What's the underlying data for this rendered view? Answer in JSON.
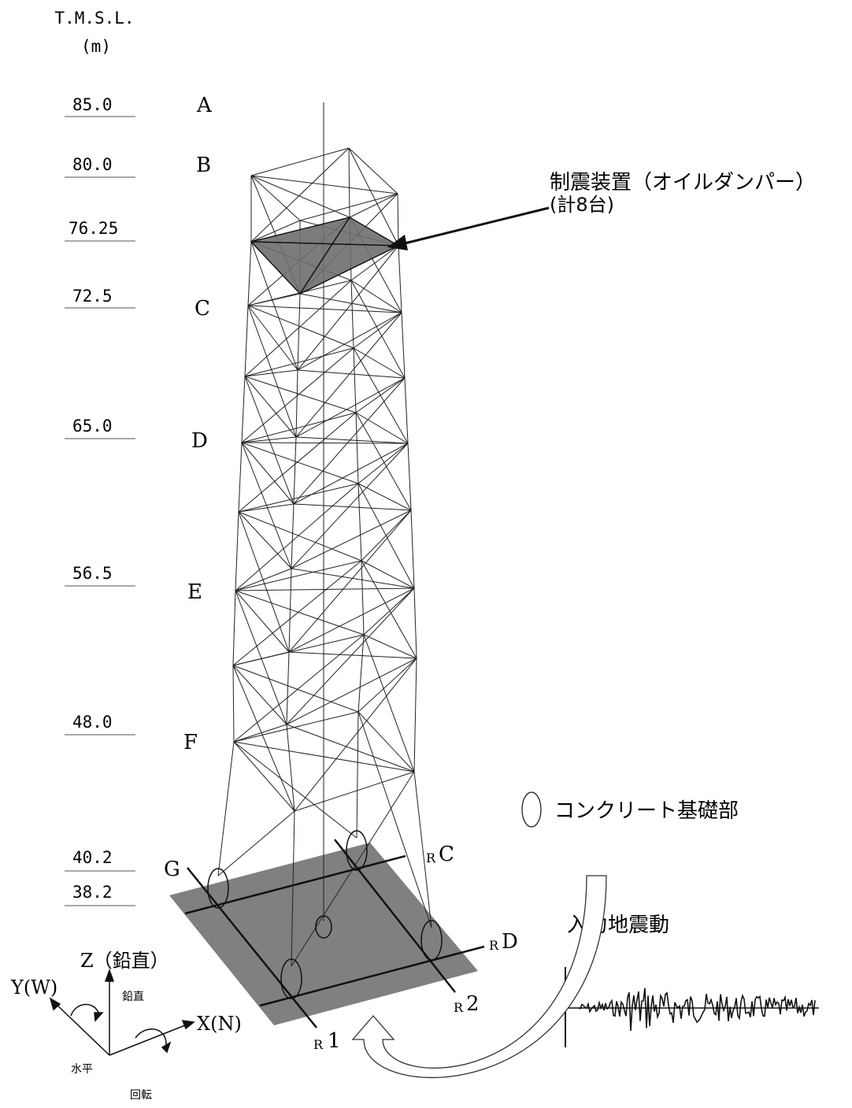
{
  "header": {
    "title": "T.M.S.L.",
    "unit": "(m)"
  },
  "elevations": [
    "85.0",
    "80.0",
    "76.25",
    "72.5",
    "65.0",
    "56.5",
    "48.0",
    "40.2",
    "38.2"
  ],
  "levels": [
    "A",
    "B",
    "C",
    "D",
    "E",
    "F",
    "G"
  ],
  "damper_label": {
    "line1": "制震装置（オイルダンパー）",
    "line2": "(計8台)"
  },
  "legend": {
    "foundation": "コンクリート基礎部"
  },
  "grid_labels": {
    "rc": {
      "prefix": "R",
      "name": "C"
    },
    "rd": {
      "prefix": "R",
      "name": "D"
    },
    "r1": {
      "prefix": "R",
      "name": "1"
    },
    "r2": {
      "prefix": "R",
      "name": "2"
    }
  },
  "input_motion": {
    "label": "入力地震動"
  },
  "axes": {
    "z": "Z（鉛直）",
    "y": "Y(W)",
    "x": "X(N)",
    "vertical": "鉛直",
    "horizontal": "水平",
    "rotation": "回転"
  }
}
